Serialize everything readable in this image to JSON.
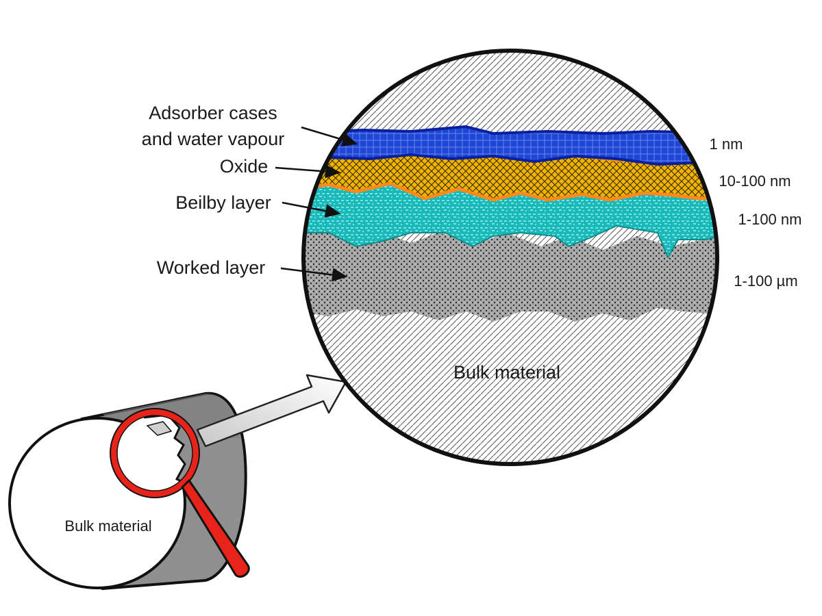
{
  "colors": {
    "adsorbed": "#1f47d6",
    "adsorbed_edge": "#0a1f9e",
    "oxide": "#f0b400",
    "oxide_edge": "#ff8a1a",
    "beilby": "#19b9b9",
    "beilby_edge": "#0e8a8a",
    "worked": "#9a9a9a",
    "bulk": "#ffffff",
    "magnifier": "#e8231a",
    "outline": "#111111"
  },
  "layers": [
    {
      "name": "adsorbed",
      "label_line1": "Adsorber cases",
      "label_line2": "and water vapour",
      "thickness": "1 nm"
    },
    {
      "name": "oxide",
      "label": "Oxide",
      "thickness": "10-100 nm"
    },
    {
      "name": "beilby",
      "label": "Beilby layer",
      "thickness": "1-100 nm"
    },
    {
      "name": "worked",
      "label": "Worked layer",
      "thickness": "1-100 µm"
    }
  ],
  "zoom_bulk_label": "Bulk material",
  "cylinder_label": "Bulk material",
  "icons": {
    "magnifier": "magnifying-glass-icon",
    "zoom_arrow": "zoom-arrow-icon"
  }
}
